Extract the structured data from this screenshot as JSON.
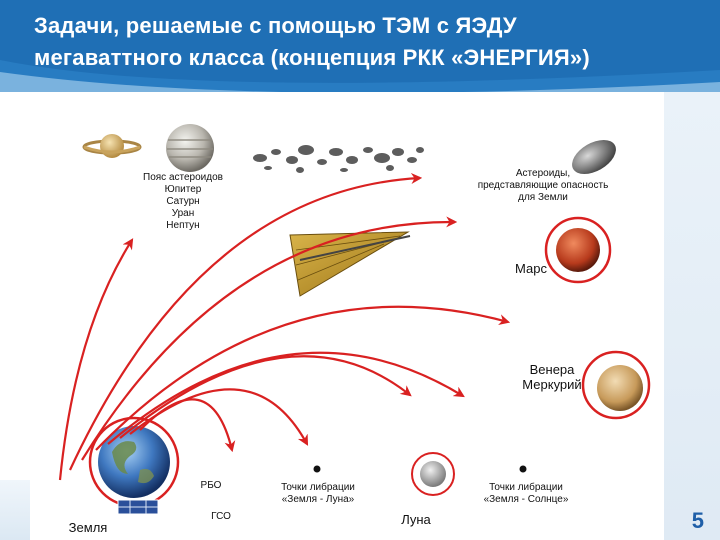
{
  "slide": {
    "title_line1": "Задачи, решаемые с помощью ТЭМ с ЯЭДУ",
    "title_line2": "мегаваттного класса (концепция РКК «ЭНЕРГИЯ»)",
    "page_number": "5"
  },
  "colors": {
    "header": "#1f6fb5",
    "arrow": "#d92121",
    "page_number": "#1f5fa8"
  },
  "labels": {
    "outer_planets": [
      "Пояс астероидов",
      "Юпитер",
      "Сатурн",
      "Уран",
      "Нептун"
    ],
    "asteroids": [
      "Астероиды,",
      "представляющие опасность",
      "для Земли"
    ],
    "mars": "Марс",
    "venus_mercury": [
      "Венера",
      "Меркурий"
    ],
    "rbo": "РБО",
    "gso": "ГСО",
    "earth": "Земля",
    "moon": "Луна",
    "libration_moon": [
      "Точки либрации",
      "«Земля - Луна»"
    ],
    "libration_sun": [
      "Точки либрации",
      "«Земля - Солнце»"
    ]
  }
}
